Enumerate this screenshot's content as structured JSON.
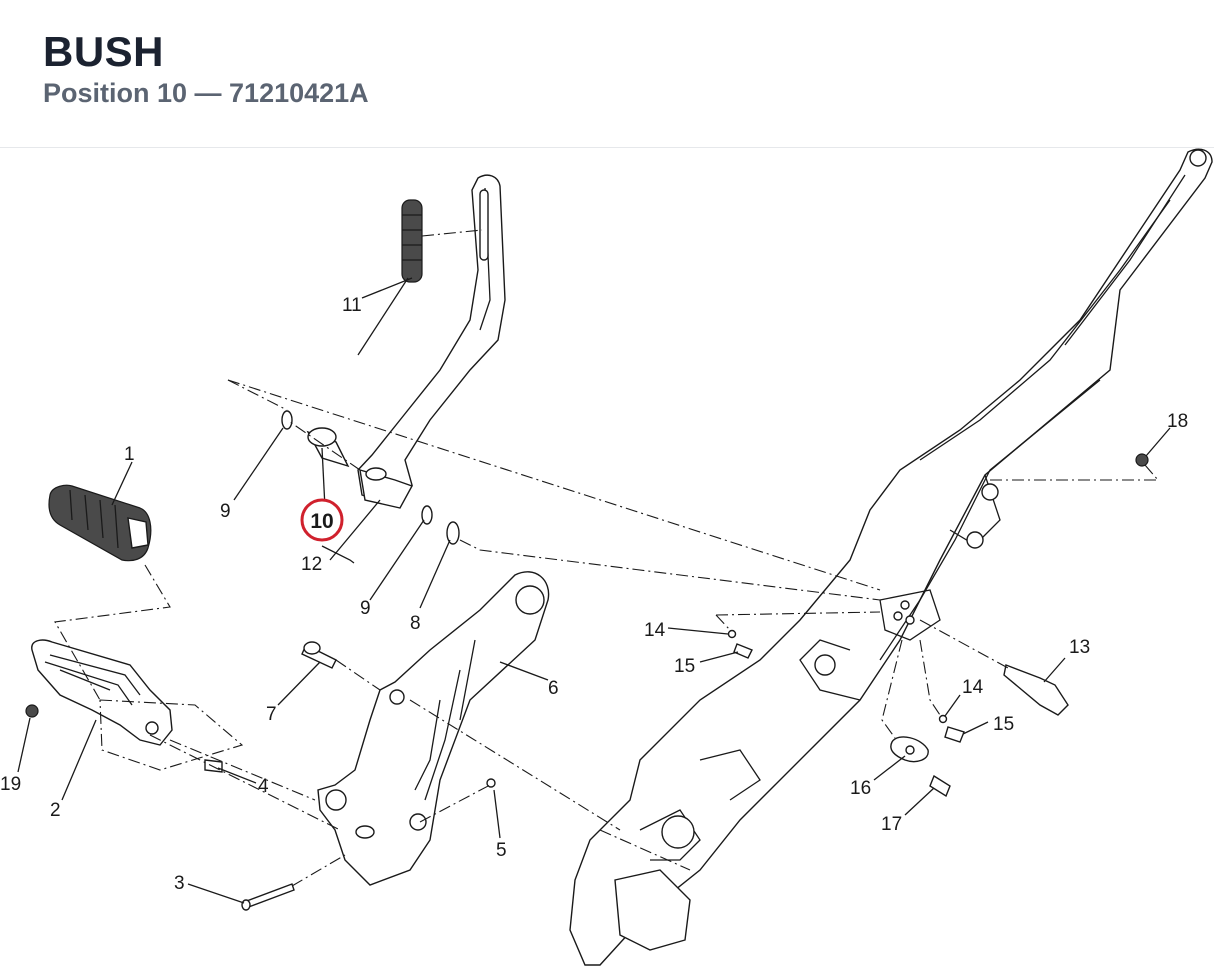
{
  "header": {
    "title": "BUSH",
    "subtitle": "Position 10 — 71210421A"
  },
  "diagram": {
    "highlighted_label": "10",
    "labels": [
      "1",
      "2",
      "3",
      "4",
      "5",
      "6",
      "7",
      "8",
      "9",
      "9",
      "11",
      "12",
      "13",
      "14",
      "14",
      "15",
      "15",
      "16",
      "17",
      "18",
      "19"
    ],
    "colors": {
      "highlight": "#d0212d",
      "line": "#1a1a1a",
      "rubber": "#4a4a4a"
    }
  }
}
